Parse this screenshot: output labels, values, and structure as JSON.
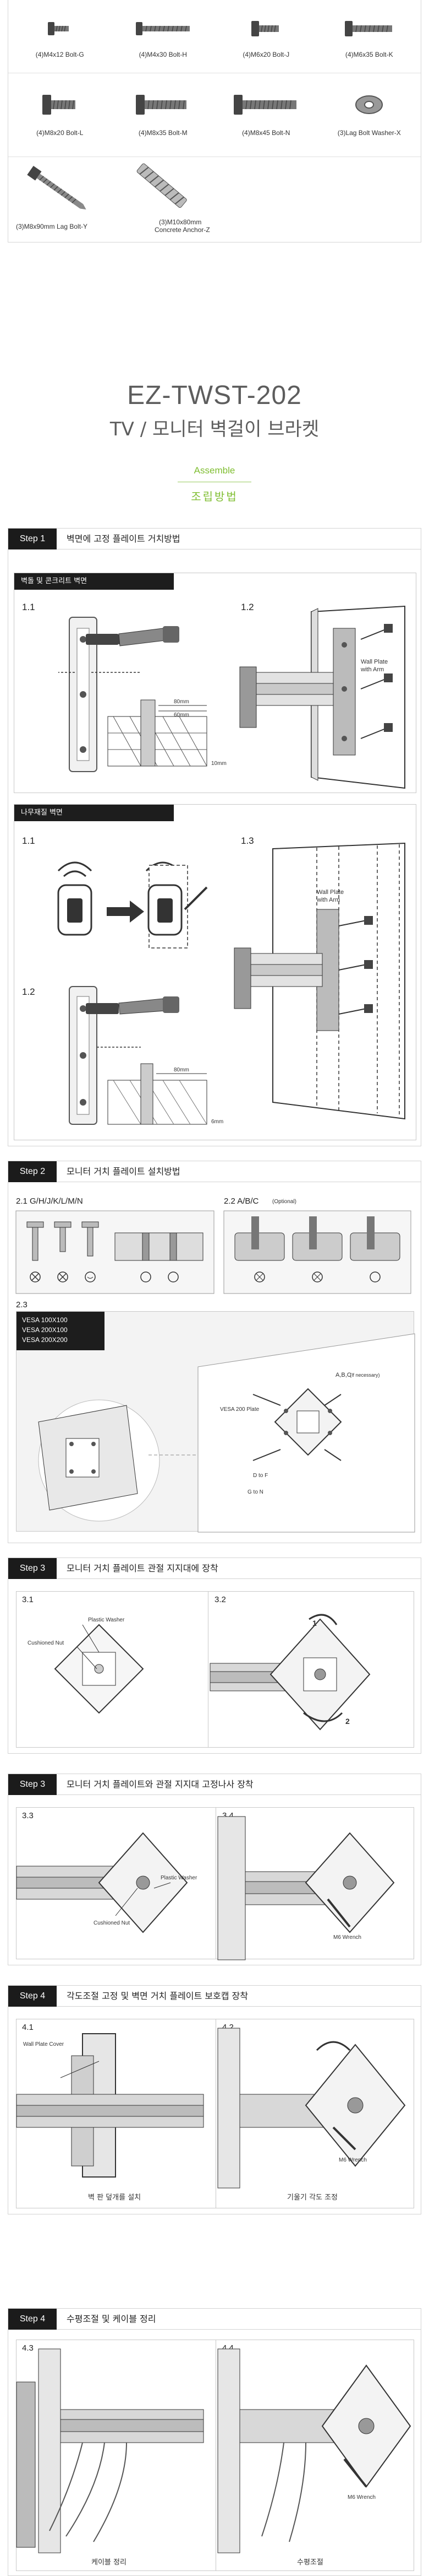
{
  "parts": {
    "row1": [
      {
        "label": "(4)M4x12 Bolt-G",
        "icon": "short-bolt-icon"
      },
      {
        "label": "(4)M4x30 Bolt-H",
        "icon": "long-bolt-icon"
      },
      {
        "label": "(4)M6x20 Bolt-J",
        "icon": "short-bolt-icon"
      },
      {
        "label": "(4)M6x35 Bolt-K",
        "icon": "long-bolt-icon"
      }
    ],
    "row2": [
      {
        "label": "(4)M8x20 Bolt-L",
        "icon": "short-bolt-icon"
      },
      {
        "label": "(4)M8x35 Bolt-M",
        "icon": "long-bolt-icon"
      },
      {
        "label": "(4)M8x45 Bolt-N",
        "icon": "long-bolt-icon"
      },
      {
        "label": "(3)Lag Bolt Washer-X",
        "icon": "washer-icon"
      }
    ],
    "row3": [
      {
        "label": "(3)M8x90mm Lag Bolt-Y",
        "icon": "lag-bolt-icon"
      },
      {
        "label_line1": "(3)M10x80mm",
        "label_line2": "Concrete Anchor-Z",
        "icon": "anchor-icon"
      }
    ]
  },
  "header": {
    "model": "EZ-TWST-202",
    "subtitle": "TV / 모니터 벽걸이 브라켓",
    "assemble_en": "Assemble",
    "assemble_ko": "조립방법"
  },
  "step1a": {
    "badge": "Step 1",
    "title": "벽면에 고정 플레이트 거치방법",
    "sub_concrete": "벽돌 및 콘크리트 벽면",
    "sub_wood": "나무재질 벽면",
    "n11": "1.1",
    "n12": "1.2",
    "n11b": "1.1",
    "n12b": "1.2",
    "n13": "1.3",
    "wall_plate": "Wall Plate",
    "with_arm": "with Arm",
    "dim_top": "80mm",
    "dim_bottom": "60mm",
    "dim_side": "10mm",
    "dim_wood": "80mm",
    "dim_wood_side": "6mm"
  },
  "step2": {
    "badge": "Step 2",
    "title": "모니터 거치 플레이트 설치방법",
    "n21": "2.1 G/H/J/K/L/M/N",
    "n22": "2.2 A/B/C",
    "optional": "(Optional)",
    "n23": "2.3",
    "vesa1": "VESA 100X100",
    "vesa2": "VESA 200X100",
    "vesa3": "VESA 200X200",
    "abc": "A,B,C",
    "if_necessary": "(If necessary)",
    "vesa_plate": "VESA 200 Plate",
    "d_to_f": "D to F",
    "g_to_n": "G to N"
  },
  "step3a": {
    "badge": "Step 3",
    "title": "모니터 거치 플레이트 관절 지지대에 장착",
    "n31": "3.1",
    "n32": "3.2",
    "plastic_washer": "Plastic Washer",
    "cushioned_nut": "Cushioned Nut"
  },
  "step3b": {
    "badge": "Step 3",
    "title": "모니터 거치 플레이트와 관절 지지대 고정나사 장착",
    "n33": "3.3",
    "n34": "3.4",
    "plastic_washer": "Plastic Washer",
    "cushioned_nut": "Cushioned Nut",
    "m6_wrench": "M6 Wrench"
  },
  "step4a": {
    "badge": "Step 4",
    "title": "각도조절 고정 및 벽면 거치 플레이트 보호캡 장착",
    "n41": "4.1",
    "n42": "4.2",
    "wall_plate_cover": "Wall Plate Cover",
    "m6_wrench": "M6 Wrench",
    "cap_left": "벽 판 덮개를 설치",
    "cap_right": "기울기 각도 조정"
  },
  "step4b": {
    "badge": "Step 4",
    "title": "수평조절 및 케이블 정리",
    "n43": "4.3",
    "n44": "4.4",
    "m6_wrench": "M6 Wrench",
    "cap_left": "케이블 정리",
    "cap_right": "수평조절"
  },
  "colors": {
    "accent_green": "#7fbe31",
    "step_badge": "#1b1b1b",
    "border": "#d3d3d3"
  }
}
